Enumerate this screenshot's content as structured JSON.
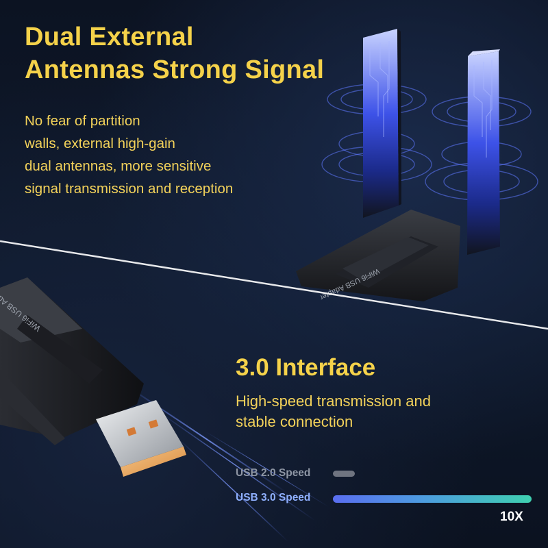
{
  "title": {
    "line1": "Dual External",
    "line2": "Antennas Strong Signal"
  },
  "description": {
    "line1": "No fear of partition",
    "line2": "walls, external high-gain",
    "line3": "dual antennas, more sensitive",
    "line4": "signal transmission and reception"
  },
  "product_label_top": "WiFi6 USB Adapter",
  "product_label_bottom": "WiFi6 USB Adapter",
  "interface": {
    "title": "3.0 Interface",
    "desc_line1": "High-speed transmission and",
    "desc_line2": "stable connection"
  },
  "speed_comparison": {
    "usb2_label": "USB 2.0 Speed",
    "usb3_label": "USB 3.0 Speed",
    "multiplier": "10X"
  },
  "colors": {
    "headline": "#f5d24a",
    "body_text": "#f3d25a",
    "usb2_bar": "#6f7480",
    "usb3_bar_start": "#5a6ef0",
    "usb3_bar_end": "#3fd0b0"
  }
}
